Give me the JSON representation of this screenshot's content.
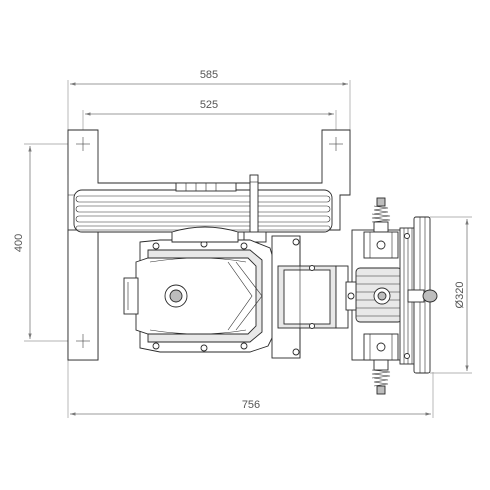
{
  "dimensions": {
    "overall_width_top": "585",
    "mount_width": "525",
    "height_left": "400",
    "overall_width_bottom": "756",
    "diameter_right": "Ø320"
  }
}
